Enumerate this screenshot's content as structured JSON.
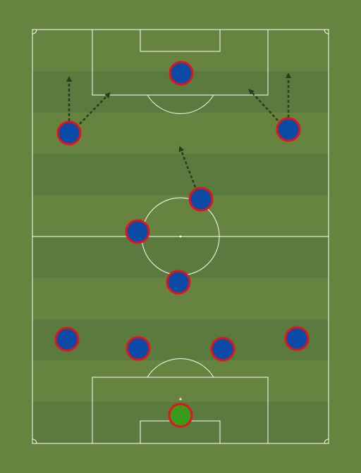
{
  "colors": {
    "background": "#66843f",
    "stripe_light": "#66843f",
    "stripe_dark": "#5a7a3e",
    "lines": "#ffffff",
    "arrow": "#2a3a1e",
    "player_fill": "#0b4aa5",
    "player_outline": "#e3131a",
    "keeper_fill": "#3a9a1c",
    "keeper_outline": "#e3131a"
  },
  "players": [
    {
      "role": "goalkeeper",
      "icon": "goalkeeper-marker-icon"
    },
    {
      "role": "left-back",
      "icon": "player-marker-icon"
    },
    {
      "role": "left-centre-back",
      "icon": "player-marker-icon"
    },
    {
      "role": "right-centre-back",
      "icon": "player-marker-icon"
    },
    {
      "role": "right-back",
      "icon": "player-marker-icon"
    },
    {
      "role": "defensive-midfielder",
      "icon": "player-marker-icon"
    },
    {
      "role": "left-central-midfielder",
      "icon": "player-marker-icon"
    },
    {
      "role": "right-central-midfielder",
      "icon": "player-marker-icon"
    },
    {
      "role": "left-winger",
      "icon": "player-marker-icon"
    },
    {
      "role": "right-winger",
      "icon": "player-marker-icon"
    },
    {
      "role": "striker",
      "icon": "player-marker-icon"
    }
  ],
  "arrows": [
    {
      "from": "left-winger",
      "direction": "up"
    },
    {
      "from": "left-winger",
      "direction": "up-right"
    },
    {
      "from": "right-winger",
      "direction": "up"
    },
    {
      "from": "right-winger",
      "direction": "up-left"
    },
    {
      "from": "right-central-midfielder",
      "direction": "up-left"
    }
  ]
}
